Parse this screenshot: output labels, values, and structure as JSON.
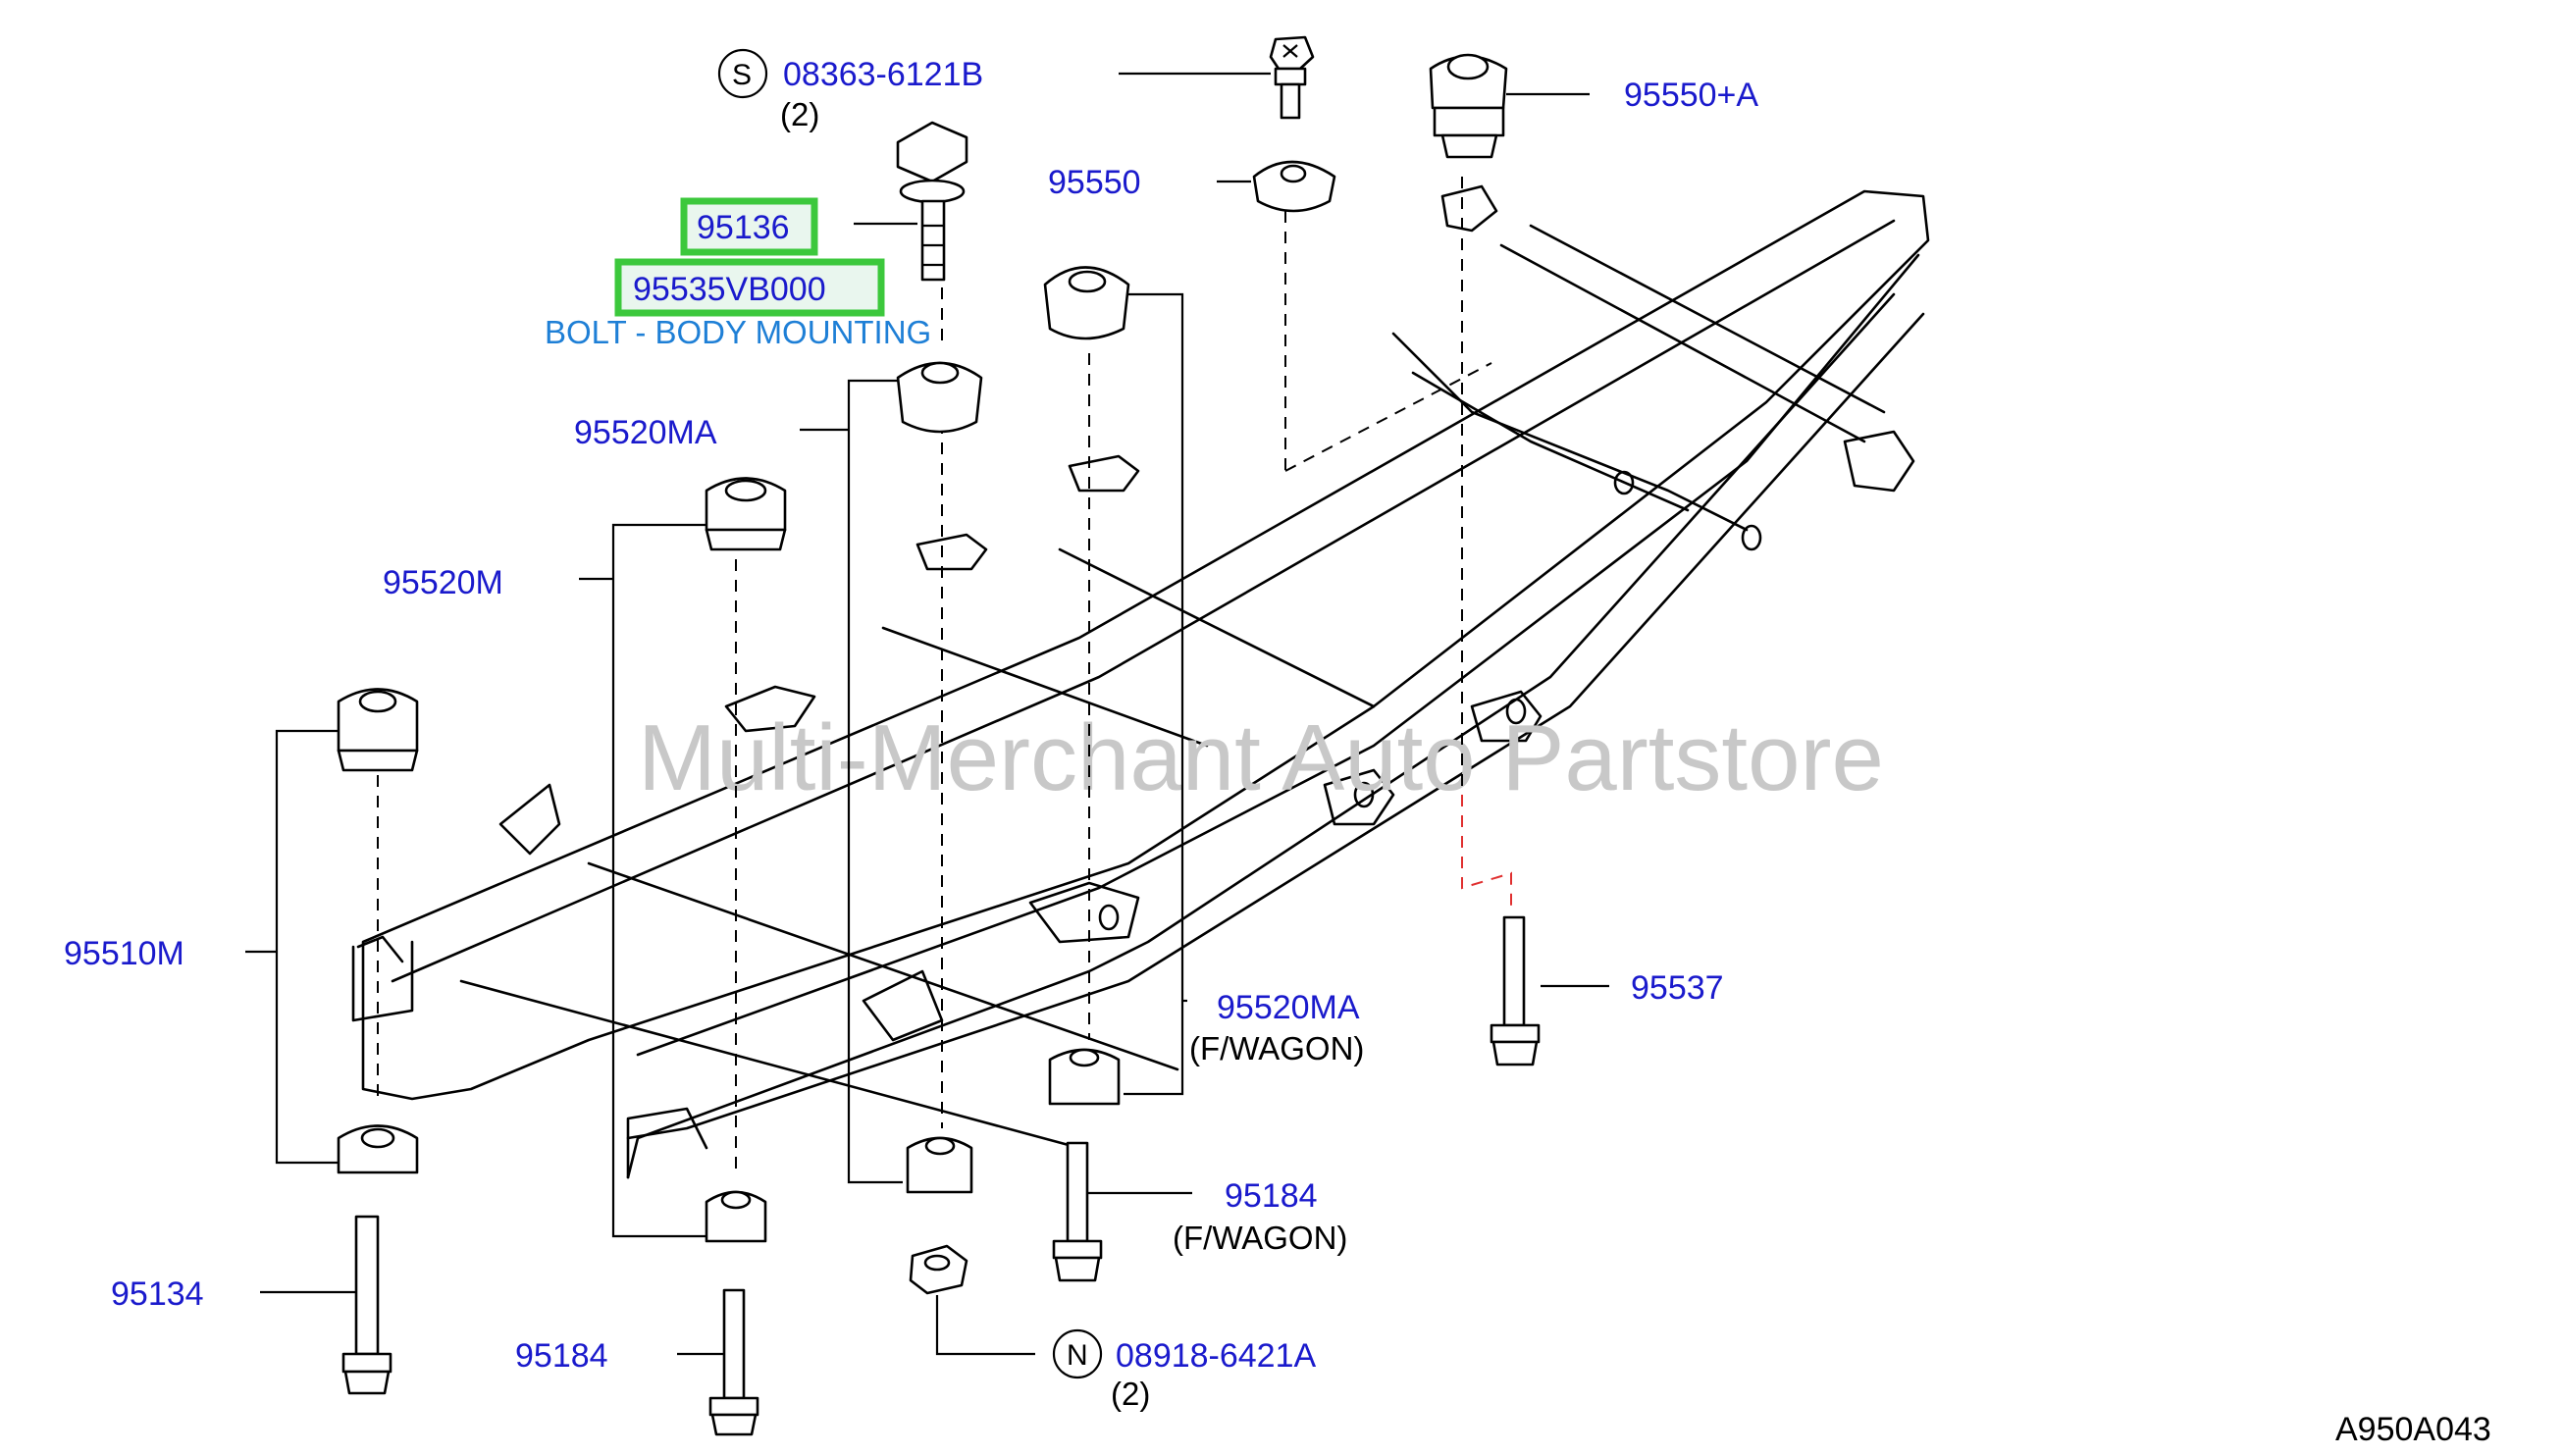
{
  "watermark": "Multi-Merchant Auto Partstore",
  "diagram_code": "A950A043",
  "callouts": {
    "p_08363": {
      "symbol": "S",
      "number": "08363-6121B",
      "qty": "(2)"
    },
    "p_95550a": {
      "number": "95550+A"
    },
    "p_95550": {
      "number": "95550"
    },
    "p_95136": {
      "number": "95136"
    },
    "p_95535": {
      "number": "95535VB000",
      "description": "BOLT - BODY MOUNTING"
    },
    "p_95520ma_top": {
      "number": "95520MA"
    },
    "p_95520m": {
      "number": "95520M"
    },
    "p_95510m": {
      "number": "95510M"
    },
    "p_95520ma_fw": {
      "number": "95520MA",
      "note": "(F/WAGON)"
    },
    "p_95537": {
      "number": "95537"
    },
    "p_95184_fw": {
      "number": "95184",
      "note": "(F/WAGON)"
    },
    "p_95134": {
      "number": "95134"
    },
    "p_95184": {
      "number": "95184"
    },
    "p_08918": {
      "symbol": "N",
      "number": "08918-6421A",
      "qty": "(2)"
    }
  },
  "colors": {
    "label": "#1a1acc",
    "highlight_border": "#3cc83c",
    "description": "#1e7fd6",
    "red_dash": "#e03030"
  }
}
